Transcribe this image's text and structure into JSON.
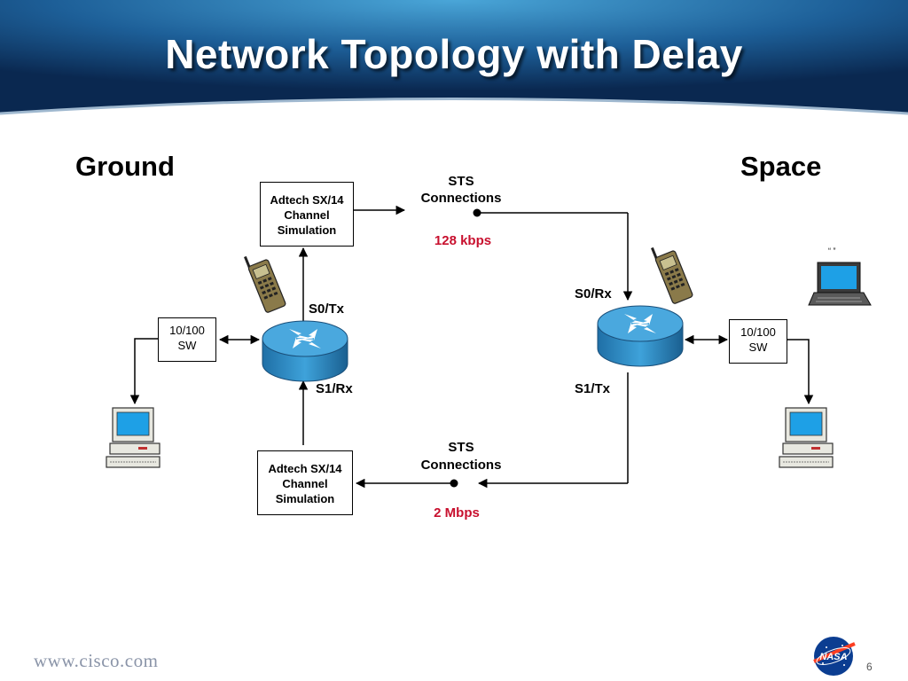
{
  "title": "Network Topology with Delay",
  "ground_label": "Ground",
  "space_label": "Space",
  "top_channel": {
    "line1": "Adtech SX/14",
    "line2": "Channel",
    "line3": "Simulation"
  },
  "bottom_channel": {
    "line1": "Adtech SX/14",
    "line2": "Channel",
    "line3": "Simulation"
  },
  "top_sts": {
    "line1": "STS",
    "line2": "Connections",
    "rate": "128 kbps"
  },
  "bottom_sts": {
    "line1": "STS",
    "line2": "Connections",
    "rate": "2 Mbps"
  },
  "left_switch": {
    "line1": "10/100",
    "line2": "SW"
  },
  "right_switch": {
    "line1": "10/100",
    "line2": "SW"
  },
  "ports": {
    "left_s0": "S0/Tx",
    "left_s1": "S1/Rx",
    "right_s0": "S0/Rx",
    "right_s1": "S1/Tx"
  },
  "laptop_caption": "“  ”",
  "footer_url": "www.cisco.com",
  "page_number": "6",
  "colors": {
    "banner_dark": "#0b2b55",
    "banner_light": "#2f7fba",
    "rate_red": "#c8102e",
    "router_blue": "#2a8cc8"
  },
  "icons": [
    "router-icon",
    "cell-phone-icon",
    "desktop-computer-icon",
    "laptop-icon",
    "nasa-logo-icon"
  ]
}
